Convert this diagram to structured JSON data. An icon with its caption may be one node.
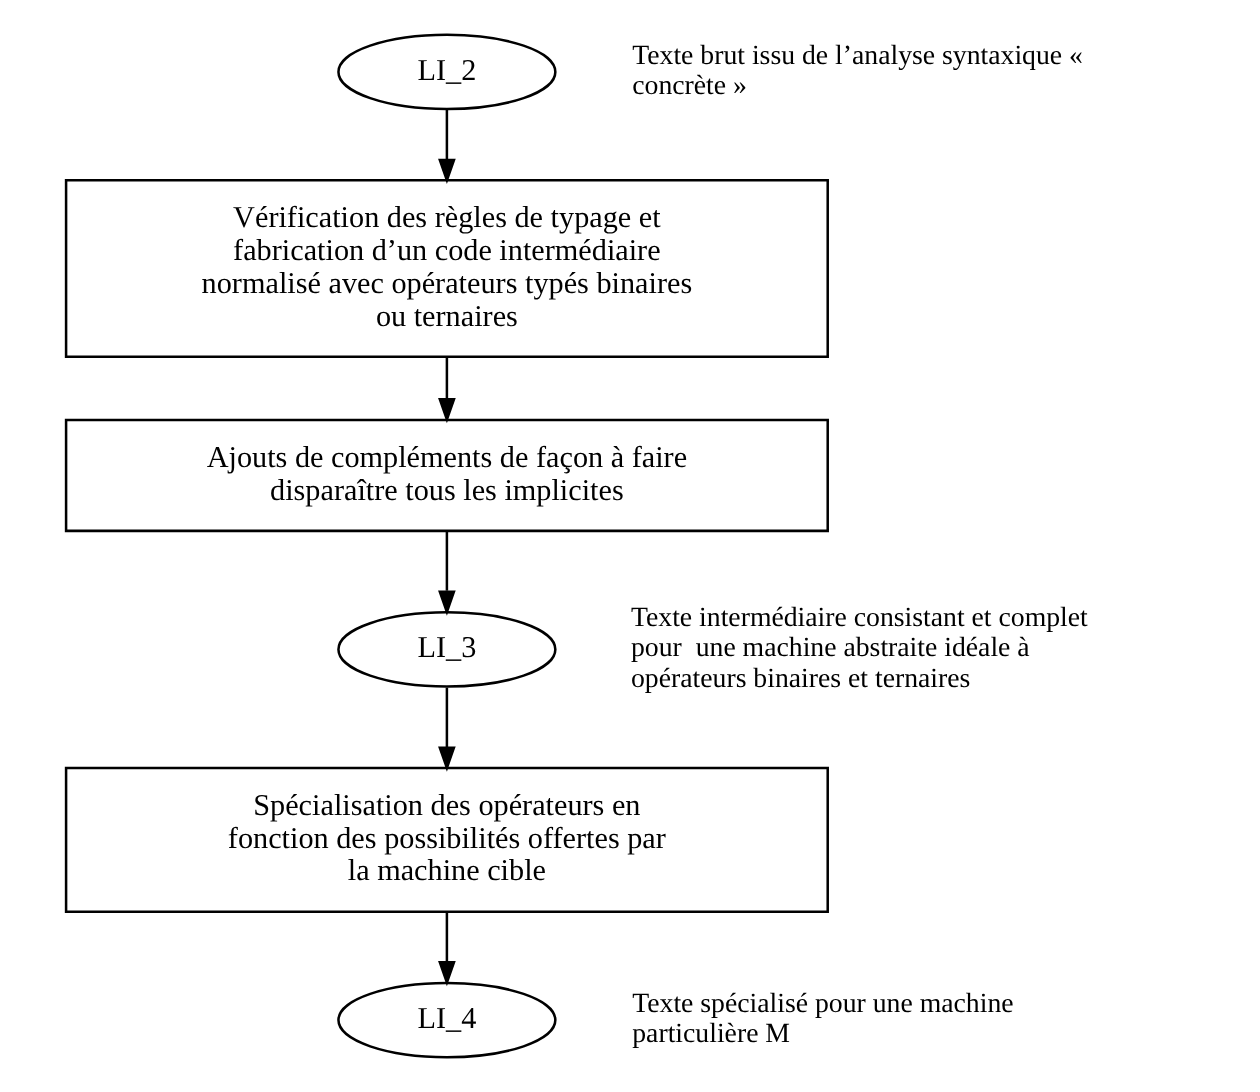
{
  "diagram": {
    "nodes": [
      {
        "text": [
          "LI_2"
        ],
        "beside": [
          "Texte brut issu de l’analyse syntaxique « concrète »"
        ]
      },
      {
        "text": [
          "Vérification des règles de typage et fabrication d’un code intermédiaire normalisé avec opérateurs typés binaires ou ternaires"
        ]
      },
      {
        "text": [
          "Ajouts de compléments de façon à faire disparaître tous les implicites"
        ]
      },
      {
        "text": [
          "LI_3"
        ],
        "beside": [
          "Texte intermédiaire consistant et complet pour  une machine abstraite idéale à opérateurs binaires et ternaires"
        ]
      },
      {
        "text": [
          "Spécialisation des opérateurs en fonction des possibilités offertes par la machine cible"
        ]
      },
      {
        "text": [
          "LI_4"
        ],
        "beside": [
          "Texte spécialisé pour une machine particulière M"
        ]
      }
    ],
    "edges": [
      {
        "from": 0,
        "to": 1,
        "arrow": "to"
      },
      {
        "from": 1,
        "to": 2,
        "arrow": "to"
      },
      {
        "from": 2,
        "to": 3,
        "arrow": "to"
      },
      {
        "from": 3,
        "to": 4,
        "arrow": "to"
      },
      {
        "from": 4,
        "to": 5,
        "arrow": "to"
      }
    ]
  }
}
